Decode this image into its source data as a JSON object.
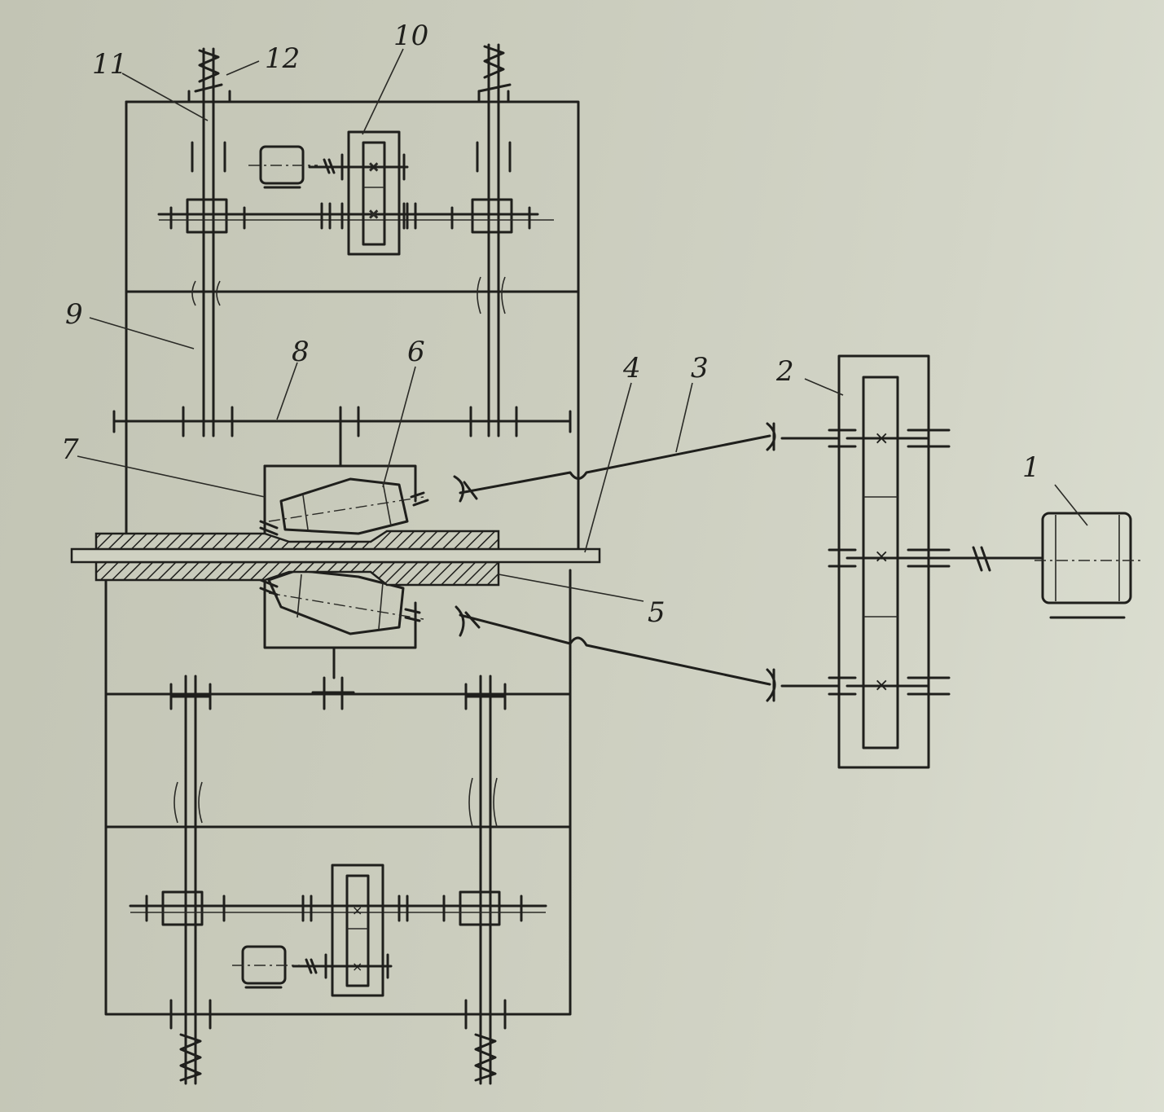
{
  "labels": {
    "l1": "1",
    "l2": "2",
    "l3": "3",
    "l4": "4",
    "l5": "5",
    "l6": "6",
    "l7": "7",
    "l8": "8",
    "l9": "9",
    "l10": "10",
    "l11": "11",
    "l12": "12"
  },
  "colors": {
    "paper": "#c9cbbc",
    "ink": "#1f1f1c"
  }
}
